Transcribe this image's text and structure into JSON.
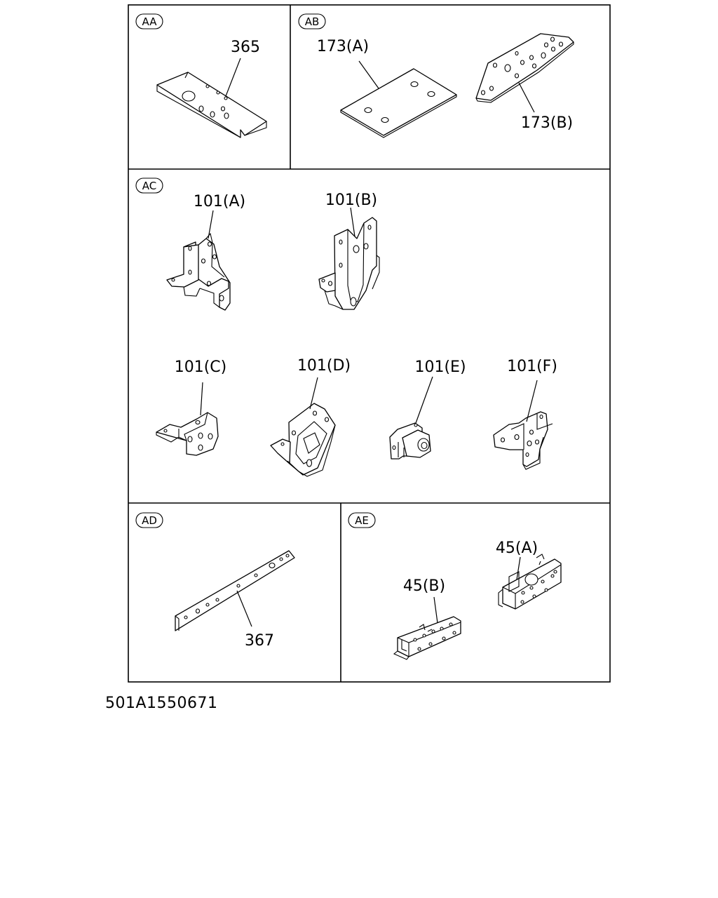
{
  "sections": {
    "aa": {
      "tag": "AA",
      "parts": [
        "365"
      ]
    },
    "ab": {
      "tag": "AB",
      "parts": [
        "173(A)",
        "173(B)"
      ]
    },
    "ac": {
      "tag": "AC",
      "parts": [
        "101(A)",
        "101(B)",
        "101(C)",
        "101(D)",
        "101(E)",
        "101(F)"
      ]
    },
    "ad": {
      "tag": "AD",
      "parts": [
        "367"
      ]
    },
    "ae": {
      "tag": "AE",
      "parts": [
        "45(A)",
        "45(B)"
      ]
    }
  },
  "diagram_code": "501A1550671"
}
